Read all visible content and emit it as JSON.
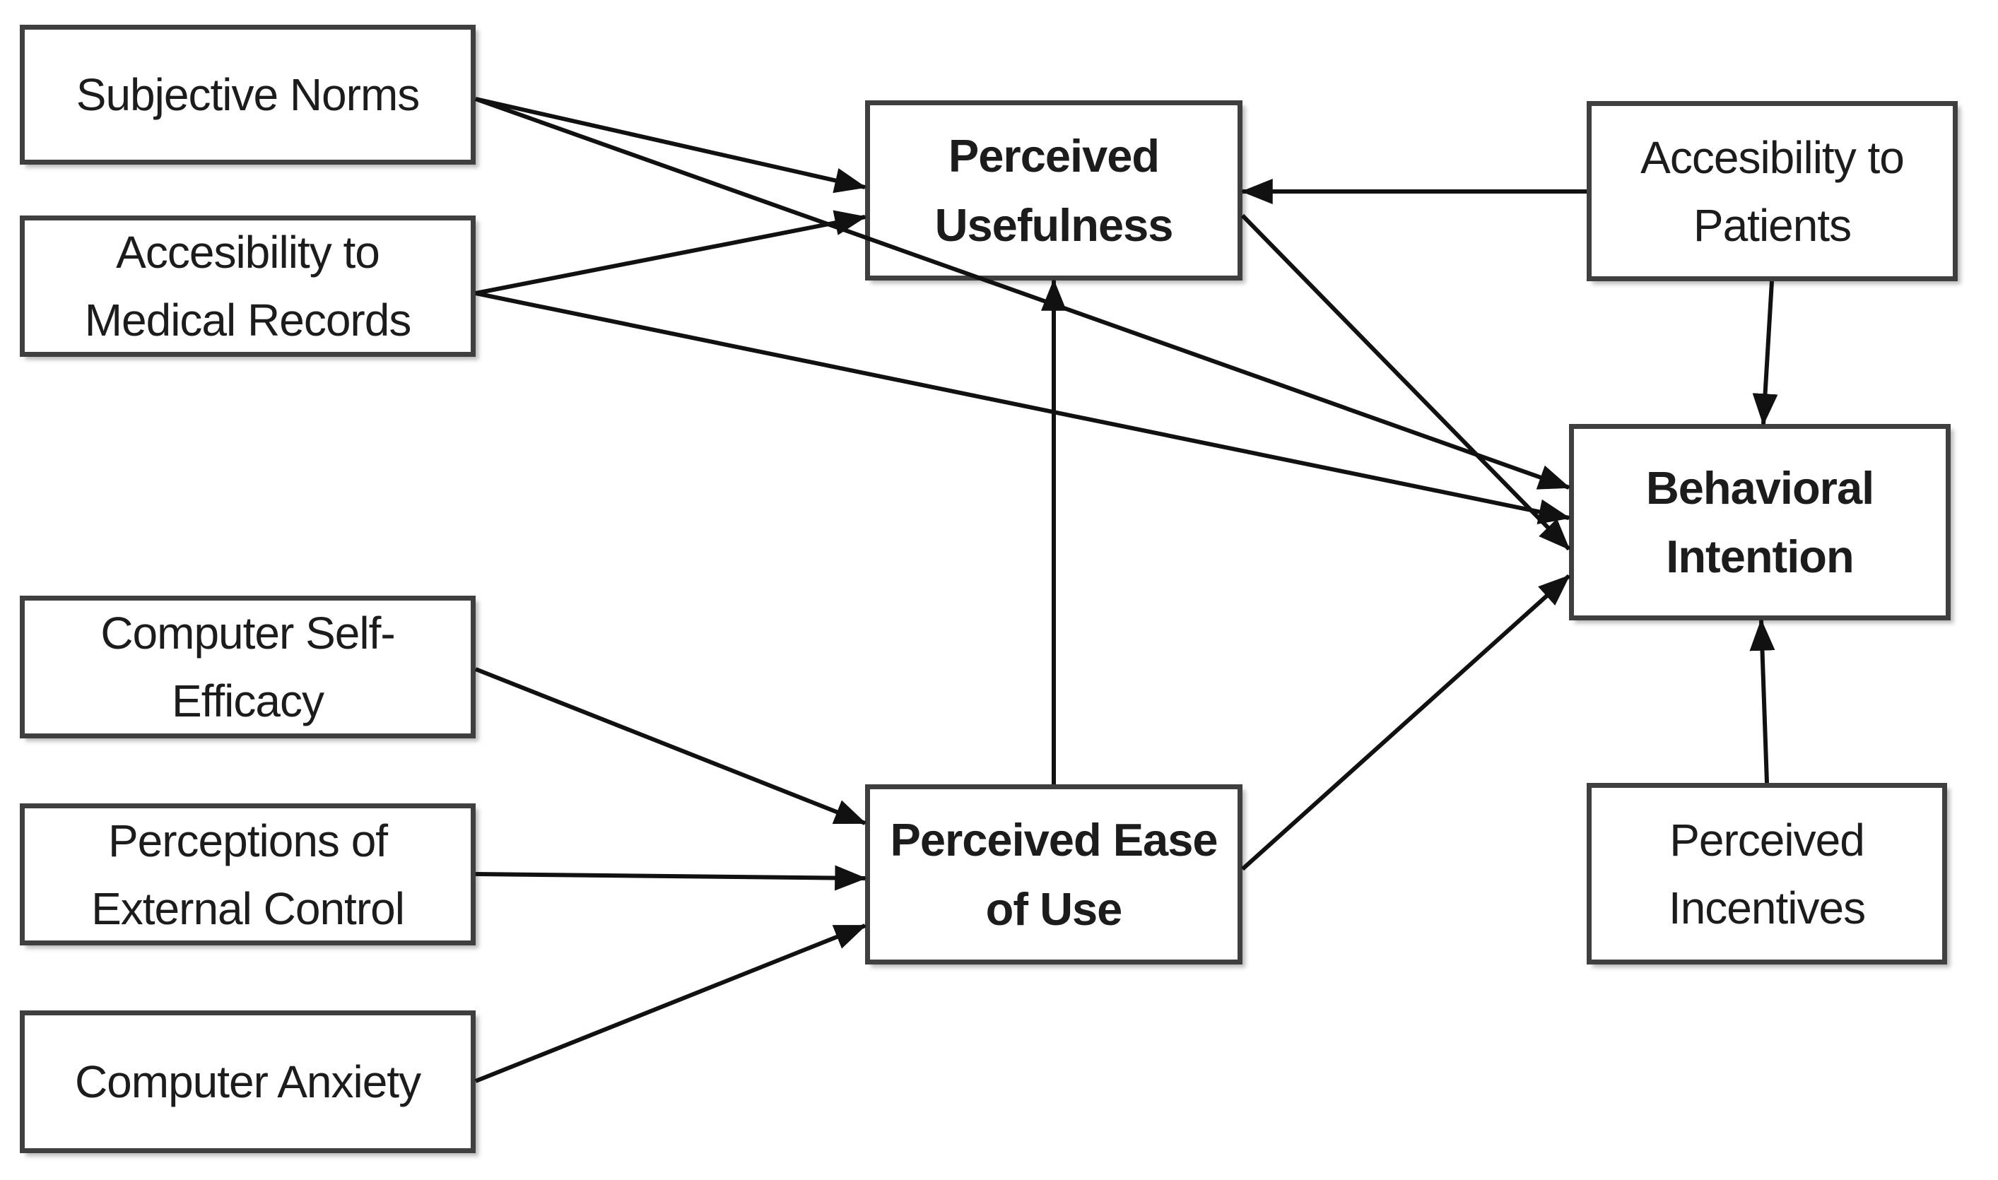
{
  "diagram": {
    "nodes": {
      "subjective_norms": {
        "label": "Subjective Norms",
        "lines": [
          "Subjective Norms"
        ],
        "style": "regular"
      },
      "accessibility_medical_records": {
        "label": "Accesibility to Medical Records",
        "lines": [
          "Accesibility to",
          "Medical Records"
        ],
        "style": "regular"
      },
      "computer_self_efficacy": {
        "label": "Computer Self-Efficacy",
        "lines": [
          "Computer Self-",
          "Efficacy"
        ],
        "style": "regular"
      },
      "perceptions_external_control": {
        "label": "Perceptions of External Control",
        "lines": [
          "Perceptions of",
          "External Control"
        ],
        "style": "regular"
      },
      "computer_anxiety": {
        "label": "Computer Anxiety",
        "lines": [
          "Computer Anxiety"
        ],
        "style": "regular"
      },
      "perceived_usefulness": {
        "label": "Perceived Usefulness",
        "lines": [
          "Perceived",
          "Usefulness"
        ],
        "style": "bold"
      },
      "perceived_ease_of_use": {
        "label": "Perceived Ease of Use",
        "lines": [
          "Perceived Ease",
          "of Use"
        ],
        "style": "bold"
      },
      "accessibility_patients": {
        "label": "Accesibility to Patients",
        "lines": [
          "Accesibility to",
          "Patients"
        ],
        "style": "regular"
      },
      "behavioral_intention": {
        "label": "Behavioral Intention",
        "lines": [
          "Behavioral",
          "Intention"
        ],
        "style": "bold"
      },
      "perceived_incentives": {
        "label": "Perceived Incentives",
        "lines": [
          "Perceived",
          "Incentives"
        ],
        "style": "regular"
      }
    },
    "edges": [
      {
        "id": "sn-pu",
        "from": "subjective_norms",
        "to": "perceived_usefulness"
      },
      {
        "id": "sn-bi",
        "from": "subjective_norms",
        "to": "behavioral_intention"
      },
      {
        "id": "amr-pu",
        "from": "accessibility_medical_records",
        "to": "perceived_usefulness"
      },
      {
        "id": "amr-bi",
        "from": "accessibility_medical_records",
        "to": "behavioral_intention"
      },
      {
        "id": "cse-peou",
        "from": "computer_self_efficacy",
        "to": "perceived_ease_of_use"
      },
      {
        "id": "pec-peou",
        "from": "perceptions_external_control",
        "to": "perceived_ease_of_use"
      },
      {
        "id": "ca-peou",
        "from": "computer_anxiety",
        "to": "perceived_ease_of_use"
      },
      {
        "id": "peou-pu",
        "from": "perceived_ease_of_use",
        "to": "perceived_usefulness"
      },
      {
        "id": "peou-bi",
        "from": "perceived_ease_of_use",
        "to": "behavioral_intention"
      },
      {
        "id": "pu-bi",
        "from": "perceived_usefulness",
        "to": "behavioral_intention"
      },
      {
        "id": "atp-pu",
        "from": "accessibility_patients",
        "to": "perceived_usefulness"
      },
      {
        "id": "atp-bi",
        "from": "accessibility_patients",
        "to": "behavioral_intention"
      },
      {
        "id": "pi-bi",
        "from": "perceived_incentives",
        "to": "behavioral_intention"
      }
    ]
  },
  "colors": {
    "background": "#ffffff",
    "box_fill": "#ffffff",
    "box_border": "#3f3f3f",
    "arrow": "#111111",
    "text": "#1c1c1c"
  }
}
